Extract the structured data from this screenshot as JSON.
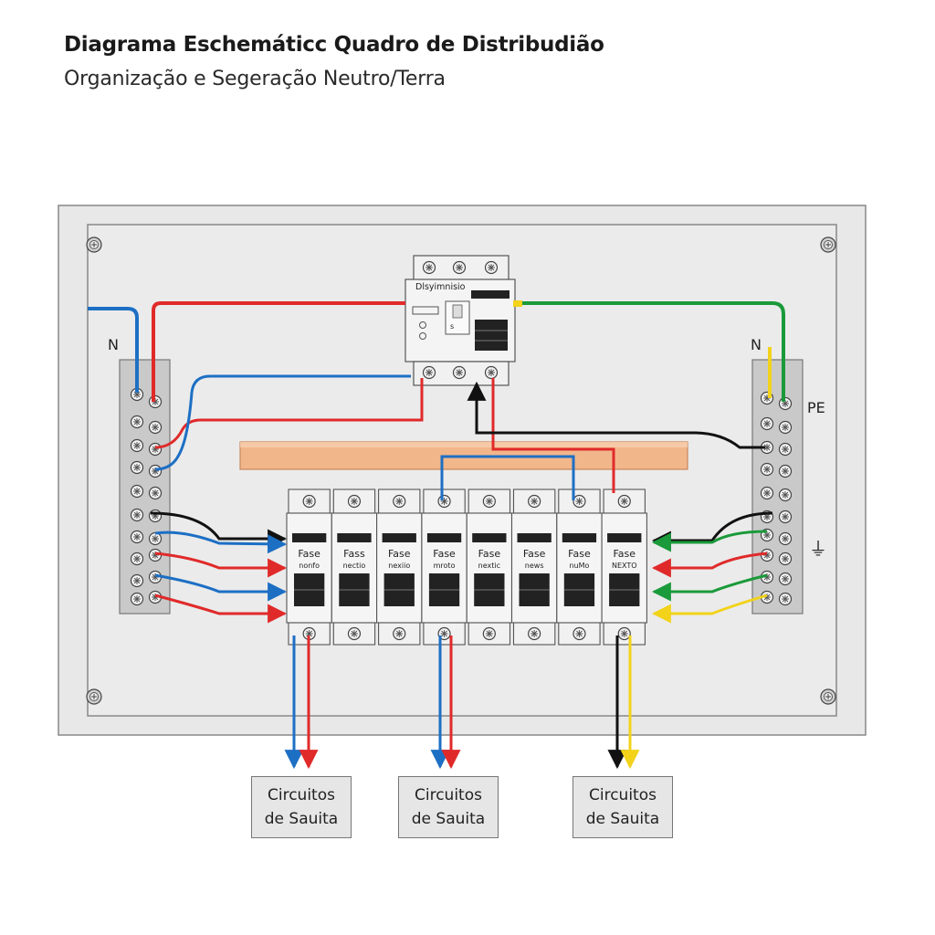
{
  "header": {
    "title": "Diagrama Eschemáticc Quadro de Distribudião",
    "subtitle": "Organização e Segeração Neutro/Terra"
  },
  "main_breaker": {
    "label": "Dlsyimnisio",
    "mark": "s"
  },
  "labels": {
    "neutral_left": "N",
    "neutral_right": "N",
    "earth": "PE",
    "earth_symbol": "⏚"
  },
  "breakers": [
    {
      "top": "Fase",
      "bottom": "nonfo"
    },
    {
      "top": "Fass",
      "bottom": "nectio"
    },
    {
      "top": "Fase",
      "bottom": "nexiio"
    },
    {
      "top": "Fase",
      "bottom": "mroto"
    },
    {
      "top": "Fase",
      "bottom": "nextic"
    },
    {
      "top": "Fase",
      "bottom": "news"
    },
    {
      "top": "Fase",
      "bottom": "nuMo"
    },
    {
      "top": "Fase",
      "bottom": "NEXTO"
    }
  ],
  "outputs": [
    {
      "line1": "Circuitos",
      "line2": "de Sauita"
    },
    {
      "line1": "Circuitos",
      "line2": "de Sauita"
    },
    {
      "line1": "Circuitos",
      "line2": "de Sauita"
    }
  ],
  "colors": {
    "phase": "#e02a2a",
    "neutral": "#1d6fc4",
    "earth_green": "#1a9a3a",
    "earth_yellow": "#f2d31a",
    "black": "#111111",
    "busbar": "#f2b68b",
    "panel": "#e9e9e9",
    "inner_panel": "#ececec"
  }
}
